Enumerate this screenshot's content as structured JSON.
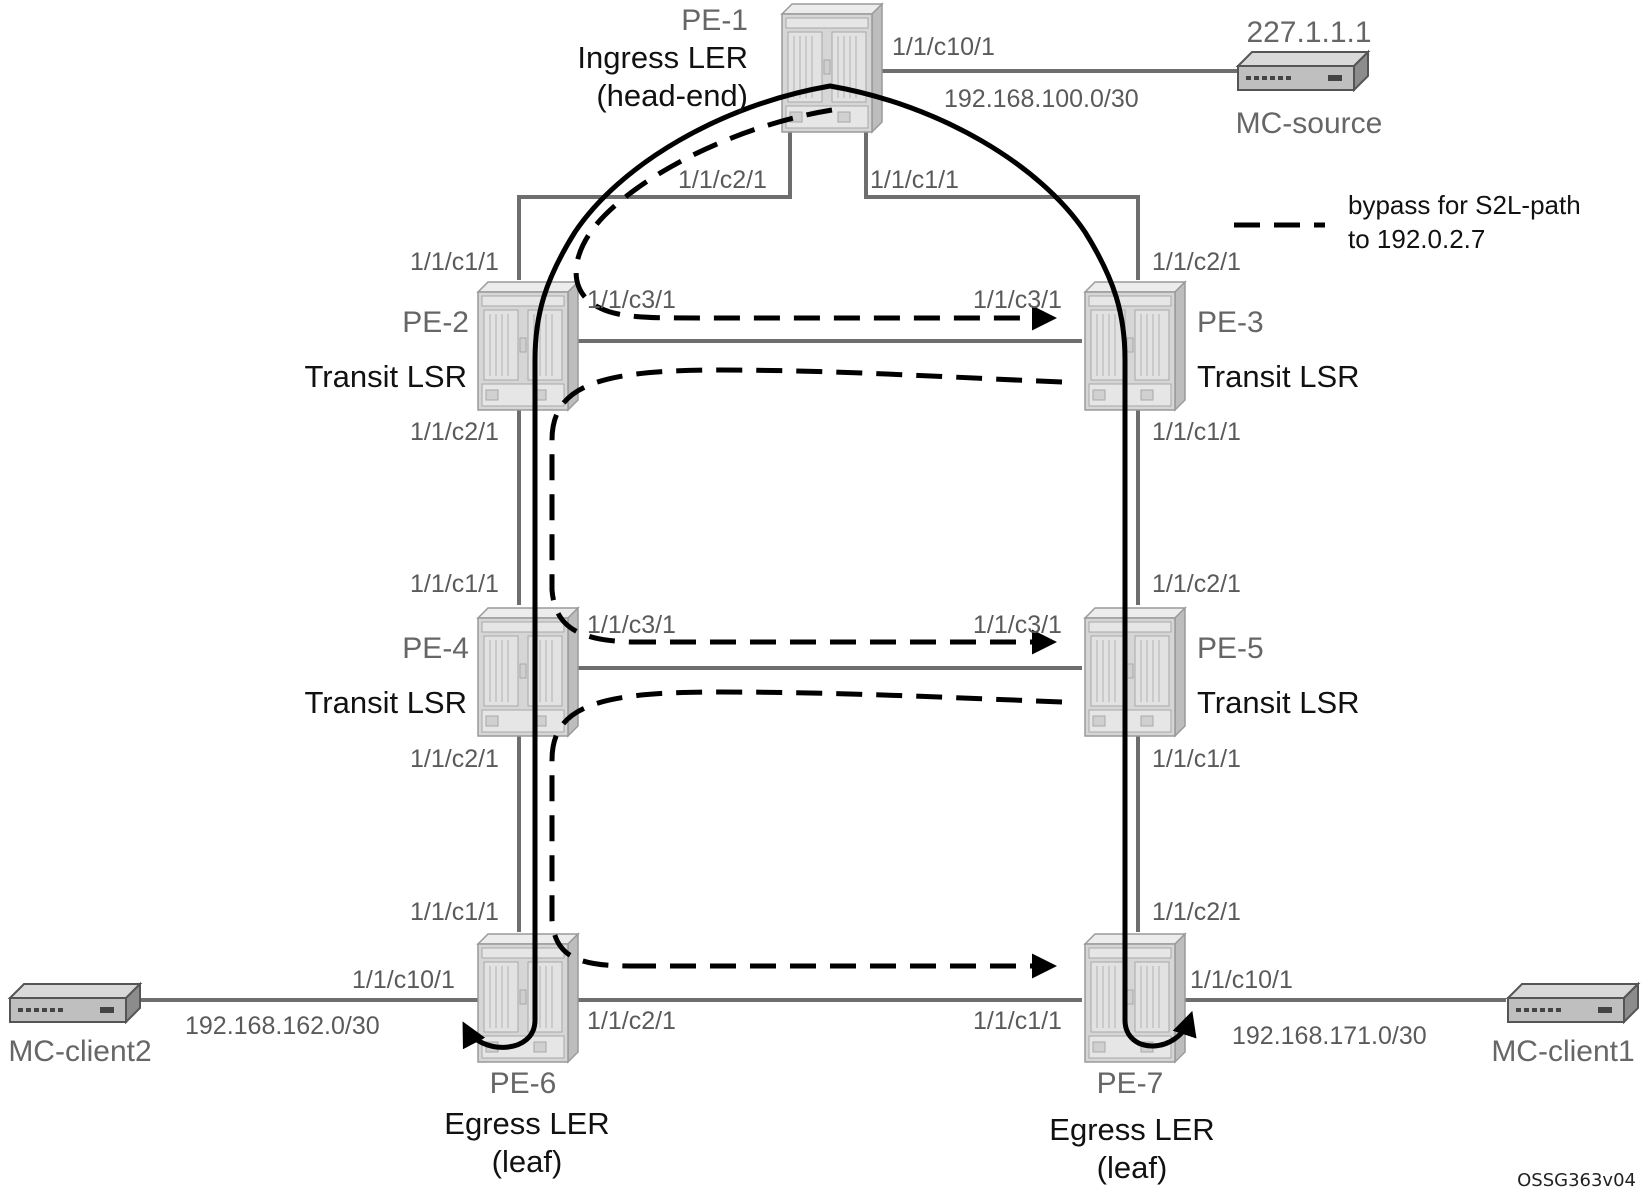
{
  "nodes": {
    "pe1": {
      "name": "PE-1",
      "role1": "Ingress LER",
      "role2": "(head-end)"
    },
    "pe2": {
      "name": "PE-2",
      "role": "Transit LSR"
    },
    "pe3": {
      "name": "PE-3",
      "role": "Transit LSR"
    },
    "pe4": {
      "name": "PE-4",
      "role": "Transit LSR"
    },
    "pe5": {
      "name": "PE-5",
      "role": "Transit LSR"
    },
    "pe6": {
      "name": "PE-6",
      "role1": "Egress LER",
      "role2": "(leaf)"
    },
    "pe7": {
      "name": "PE-7",
      "role1": "Egress LER",
      "role2": "(leaf)"
    }
  },
  "devices": {
    "source": {
      "name": "MC-source",
      "address": "227.1.1.1"
    },
    "client1": {
      "name": "MC-client1"
    },
    "client2": {
      "name": "MC-client2"
    }
  },
  "subnets": {
    "source": "192.168.100.0/30",
    "client2": "192.168.162.0/30",
    "client1": "192.168.171.0/30"
  },
  "ports": {
    "pe1_c10": "1/1/c10/1",
    "pe1_c2": "1/1/c2/1",
    "pe1_c1": "1/1/c1/1",
    "pe2_c1": "1/1/c1/1",
    "pe2_c3": "1/1/c3/1",
    "pe2_c2": "1/1/c2/1",
    "pe3_c2": "1/1/c2/1",
    "pe3_c3": "1/1/c3/1",
    "pe3_c1": "1/1/c1/1",
    "pe4_c1": "1/1/c1/1",
    "pe4_c3": "1/1/c3/1",
    "pe4_c2": "1/1/c2/1",
    "pe5_c2": "1/1/c2/1",
    "pe5_c3": "1/1/c3/1",
    "pe5_c1": "1/1/c1/1",
    "pe6_c1": "1/1/c1/1",
    "pe6_c10": "1/1/c10/1",
    "pe6_c2": "1/1/c2/1",
    "pe7_c2": "1/1/c2/1",
    "pe7_c1": "1/1/c1/1",
    "pe7_c10": "1/1/c10/1"
  },
  "legend": {
    "line1": "bypass for S2L-path",
    "line2": "to 192.0.2.7"
  },
  "figure_id": "OSSG363v04",
  "colors": {
    "path": "#000000",
    "link": "#6e6e6e",
    "router": "#cfcfcf"
  }
}
